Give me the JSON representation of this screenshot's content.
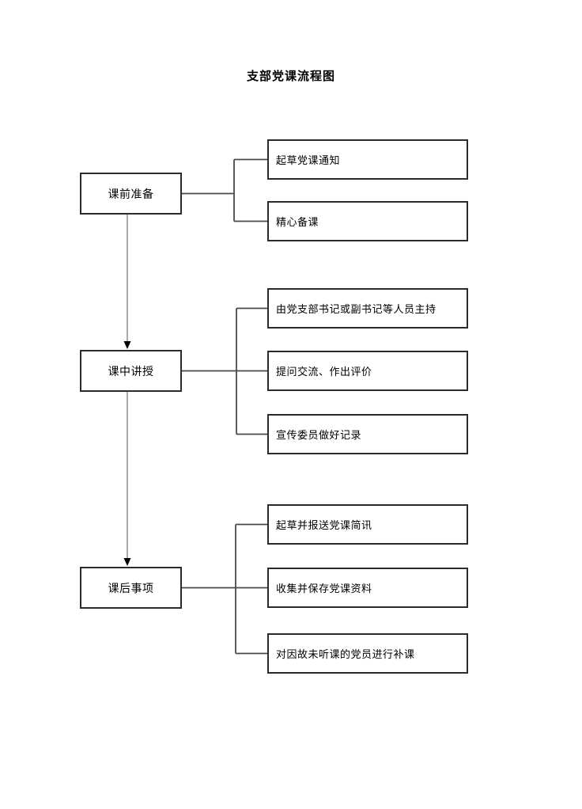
{
  "title": "支部党课流程图",
  "flowchart": {
    "stages": [
      {
        "label": "课前准备",
        "steps": [
          "起草党课通知",
          "精心备课"
        ]
      },
      {
        "label": "课中讲授",
        "steps": [
          "由党支部书记或副书记等人员主持",
          "提问交流、作出评价",
          "宣传委员做好记录"
        ]
      },
      {
        "label": "课后事项",
        "steps": [
          "起草并报送党课简讯",
          "收集并保存党课资料",
          "对因故未听课的党员进行补课"
        ]
      }
    ]
  },
  "colors": {
    "page_background": "#ffffff",
    "box_border": "#2b2b2b",
    "connector_line": "#4a4a4a",
    "arrow_shaft": "#707070",
    "arrow_head": "#000000",
    "text": "#000000"
  }
}
